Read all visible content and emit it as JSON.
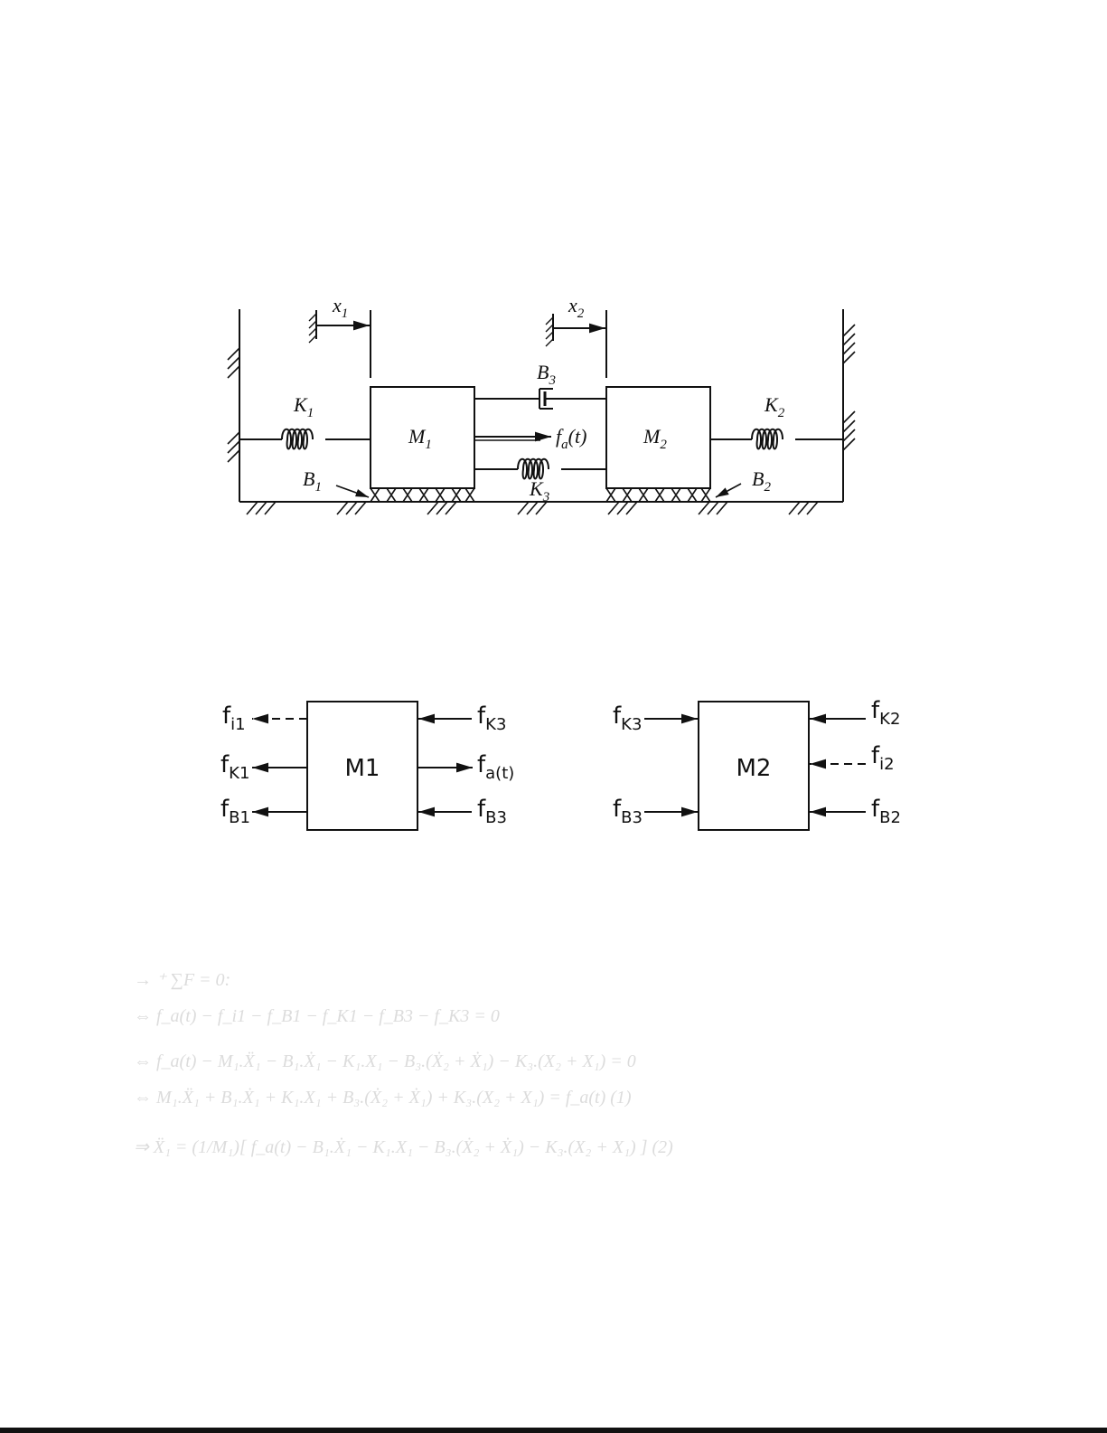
{
  "system": {
    "labels": {
      "x1": "x",
      "x1_sub": "1",
      "x2": "x",
      "x2_sub": "2",
      "k1": "K",
      "k1_sub": "1",
      "k2": "K",
      "k2_sub": "2",
      "k3": "K",
      "k3_sub": "3",
      "b1": "B",
      "b1_sub": "1",
      "b2": "B",
      "b2_sub": "2",
      "b3": "B",
      "b3_sub": "3",
      "m1": "M",
      "m1_sub": "1",
      "m2": "M",
      "m2_sub": "2",
      "fa": "f",
      "fa_sub": "a",
      "fa_arg": "(t)"
    }
  },
  "fbd": {
    "m1": {
      "label": "M1",
      "fi1": "f",
      "fi1_sub": "i1",
      "fk1": "f",
      "fk1_sub": "K1",
      "fb1": "f",
      "fb1_sub": "B1",
      "fk3": "f",
      "fk3_sub": "K3",
      "fat": "f",
      "fat_sub": "a(t)",
      "fb3": "f",
      "fb3_sub": "B3"
    },
    "m2": {
      "label": "M2",
      "fk3": "f",
      "fk3_sub": "K3",
      "fb3": "f",
      "fb3_sub": "B3",
      "fk2": "f",
      "fk2_sub": "K2",
      "fi2": "f",
      "fi2_sub": "i2",
      "fb2": "f",
      "fb2_sub": "B2"
    }
  },
  "equations": {
    "color": "#dcdcdc",
    "lines": [
      "→ ⁺ ∑F = 0:",
      "⇔ f_a(t) − f_i1 − f_B1 − f_K1 − f_B3 − f_K3 = 0",
      "⇔ f_a(t) − M₁.Ẍ₁ − B₁.Ẋ₁ − K₁.X₁ − B₃.(Ẋ₂ + Ẋ₁) − K₃.(X₂ + X₁) = 0",
      "⇔ M₁.Ẍ₁ + B₁.Ẋ₁ + K₁.X₁ + B₃.(Ẋ₂ + Ẋ₁) + K₃.(X₂ + X₁) = f_a(t) (1)",
      "⇒ Ẍ₁ = (1/M₁)[ f_a(t) − B₁.Ẋ₁ − K₁.X₁ − B₃.(Ẋ₂ + Ẋ₁) − K₃.(X₂ + X₁) ] (2)"
    ]
  }
}
